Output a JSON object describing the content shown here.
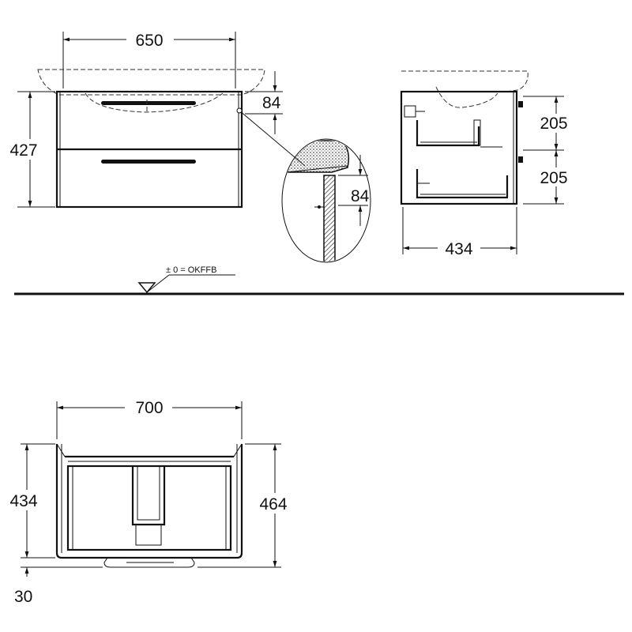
{
  "front_view": {
    "basin_width": "650",
    "overall_height": "427",
    "drawer_offset": "84"
  },
  "detail": {
    "offset": "84"
  },
  "side_view": {
    "drawer_upper": "205",
    "drawer_lower": "205",
    "depth": "434"
  },
  "floor": {
    "reference_label": "± 0 = OKFFB"
  },
  "top_view": {
    "width": "700",
    "depth_inner": "434",
    "depth_total": "464",
    "offset": "30"
  },
  "colors": {
    "line": "#111111",
    "background": "#ffffff"
  }
}
